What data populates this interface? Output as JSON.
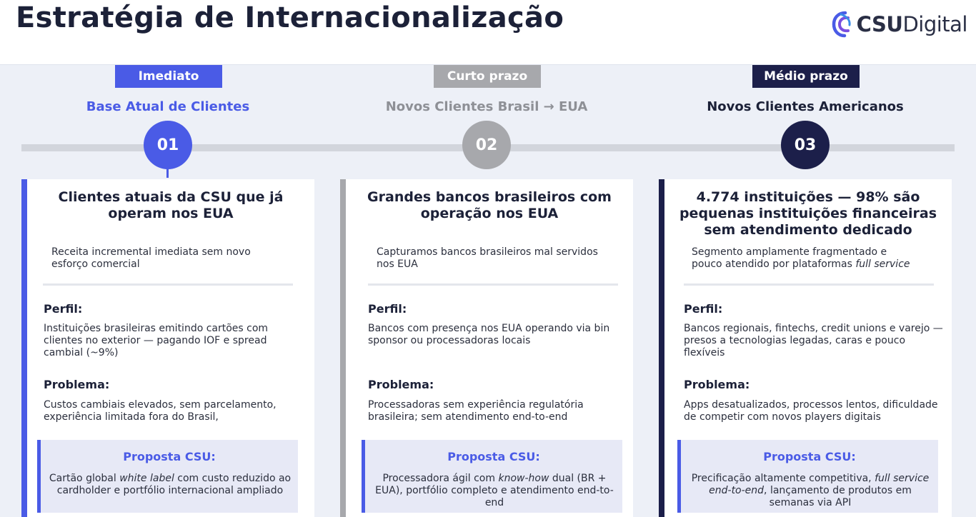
{
  "page": {
    "title": "Estratégia de Internacionalização",
    "logo_bold": "CSU",
    "logo_light": "Digital"
  },
  "colors": {
    "phase1": "#4a5be6",
    "phase2": "#a7a8ac",
    "phase3": "#1c1f4a",
    "background": "#edf0f7"
  },
  "phases": [
    {
      "tag": "Imediato",
      "title": "Base Atual de Clientes",
      "number": "01",
      "card": {
        "title": "Clientes atuais da CSU que já operam nos EUA",
        "intro": "Receita incremental imediata sem novo esforço comercial",
        "profile_label": "Perfil:",
        "profile_text": "Instituições brasileiras emitindo cartões com clientes no exterior — pagando IOF e spread cambial (~9%)",
        "problem_label": "Problema:",
        "problem_text": "Custos cambiais elevados, sem parcelamento, experiência limitada fora do Brasil,",
        "proposal_title": "Proposta CSU:",
        "proposal_parts": [
          "Cartão global ",
          "white label",
          " com custo reduzido ao cardholder e portfólio internacional ampliado"
        ]
      }
    },
    {
      "tag": "Curto prazo",
      "title": "Novos Clientes Brasil → EUA",
      "number": "02",
      "card": {
        "title": "Grandes bancos brasileiros com operação nos EUA",
        "intro": "Capturamos bancos brasileiros mal servidos nos EUA",
        "profile_label": "Perfil:",
        "profile_text": "Bancos com presença nos EUA operando via bin sponsor ou processadoras locais",
        "problem_label": "Problema:",
        "problem_text": "Processadoras sem experiência regulatória brasileira; sem atendimento end-to-end",
        "proposal_title": "Proposta CSU:",
        "proposal_parts": [
          "Processadora ágil com ",
          "know-how",
          " dual (BR + EUA), portfólio completo e atendimento end-to-end"
        ]
      }
    },
    {
      "tag": "Médio prazo",
      "title": "Novos Clientes Americanos",
      "number": "03",
      "card": {
        "title": "4.774 instituições — 98% são pequenas instituições financeiras sem atendimento dedicado",
        "intro_parts": [
          "Segmento amplamente fragmentado e pouco atendido por plataformas ",
          "full service"
        ],
        "profile_label": "Perfil:",
        "profile_text": "Bancos regionais, fintechs, credit unions e varejo — presos a tecnologias legadas, caras e pouco flexíveis",
        "problem_label": "Problema:",
        "problem_text": "Apps desatualizados, processos lentos, dificuldade de competir com novos players digitais",
        "proposal_title": "Proposta CSU:",
        "proposal_parts": [
          "Precificação altamente competitiva, ",
          "full service end-to-end",
          ", lançamento de produtos em semanas via API"
        ]
      }
    }
  ]
}
